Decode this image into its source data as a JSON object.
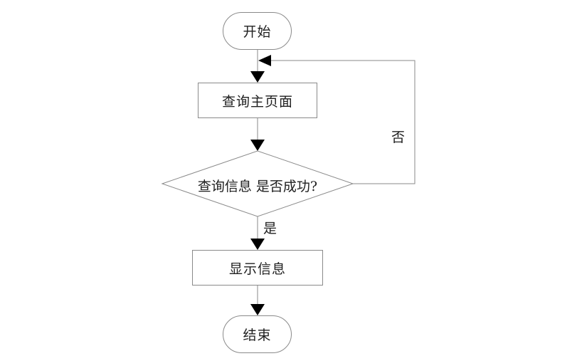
{
  "diagram": {
    "type": "flowchart",
    "background": "#ffffff",
    "colors": {
      "shape_border": "#8a8a8a",
      "connector_line": "#8a8a8a",
      "arrowhead": "#000000",
      "text": "#1f1f1f"
    },
    "nodes": [
      {
        "id": "start",
        "shape": "terminator",
        "label": "开始"
      },
      {
        "id": "query-main-page",
        "shape": "process",
        "label": "查询主页面"
      },
      {
        "id": "query-success",
        "shape": "decision",
        "label": "查询信息 是否成功?"
      },
      {
        "id": "display-info",
        "shape": "process",
        "label": "显示信息"
      },
      {
        "id": "end",
        "shape": "terminator",
        "label": "结束"
      }
    ],
    "edges": [
      {
        "from": "start",
        "to": "query-main-page",
        "label": ""
      },
      {
        "from": "query-main-page",
        "to": "query-success",
        "label": ""
      },
      {
        "from": "query-success",
        "to": "display-info",
        "label": "是"
      },
      {
        "from": "query-success",
        "to": "query-main-page",
        "label": "否",
        "routing": "right-side-loop-back"
      },
      {
        "from": "display-info",
        "to": "end",
        "label": ""
      }
    ]
  }
}
